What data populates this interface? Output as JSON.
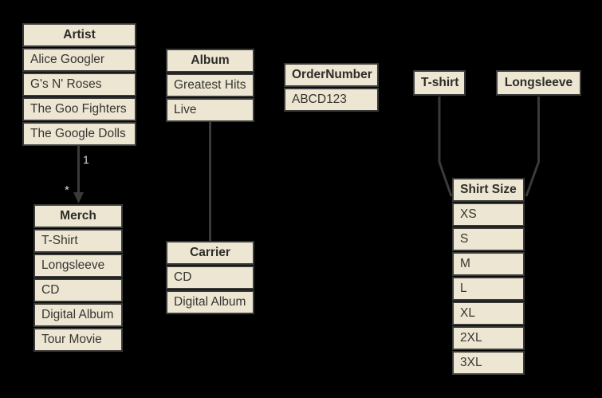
{
  "diagram": {
    "background_color": "#000000",
    "node_fill_color": "#ede6d3",
    "node_border_color": "#3a3a38",
    "node_text_color": "#36352f",
    "connector_color": "#3a3a38",
    "connector_label_color": "#dcdcdc"
  },
  "tables": {
    "artist": {
      "title": "Artist",
      "rows": [
        "Alice Googler",
        "G's N' Roses",
        "The Goo Fighters",
        "The Google Dolls"
      ]
    },
    "merch": {
      "title": "Merch",
      "rows": [
        "T-Shirt",
        "Longsleeve",
        "CD",
        "Digital Album",
        "Tour Movie"
      ]
    },
    "album": {
      "title": "Album",
      "rows": [
        "Greatest Hits",
        "Live"
      ]
    },
    "carrier": {
      "title": "Carrier",
      "rows": [
        "CD",
        "Digital Album"
      ]
    },
    "order_number": {
      "title": "OrderNumber",
      "rows": [
        "ABCD123"
      ]
    },
    "tshirt": {
      "title": "T-shirt"
    },
    "longsleeve": {
      "title": "Longsleeve"
    },
    "shirt_size": {
      "title": "Shirt Size",
      "rows": [
        "XS",
        "S",
        "M",
        "L",
        "XL",
        "2XL",
        "3XL"
      ]
    }
  },
  "connectors": {
    "artist_merch": {
      "source_label": "1",
      "target_label": "*"
    }
  }
}
